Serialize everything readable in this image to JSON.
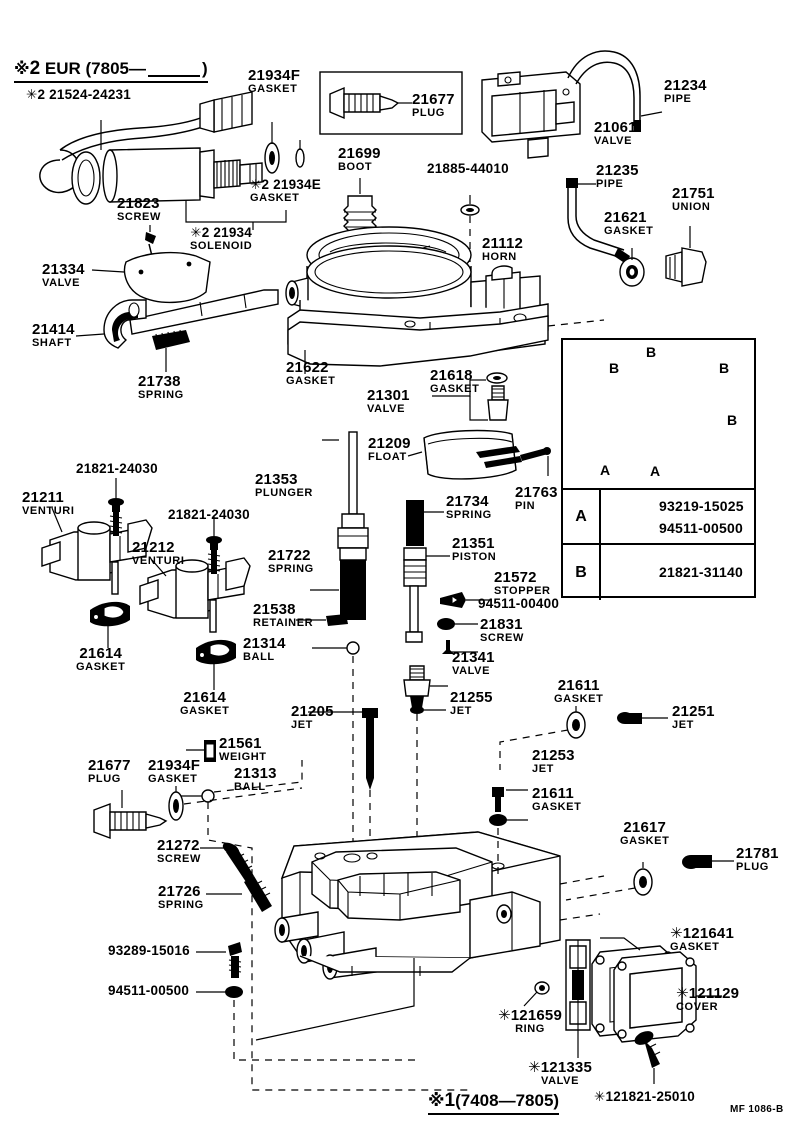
{
  "document": {
    "title": "Toyota Carburetor Assembly Parts Diagram",
    "heading_star": "※",
    "heading_index": "2",
    "heading_region": "EUR",
    "heading_range_open": "(7805—",
    "heading_range_close": ")",
    "caption_star": "※",
    "caption_index": "1",
    "caption_range": "(7408—7805)",
    "sheet_code": "MF 1086-B"
  },
  "legend": {
    "rows": [
      {
        "key": "A",
        "parts": [
          "93219-15025",
          "94511-00500"
        ]
      },
      {
        "key": "B",
        "parts": [
          "21821-31140"
        ]
      }
    ],
    "zone_letters": [
      "B",
      "B",
      "B",
      "B",
      "A",
      "A"
    ]
  },
  "labels": [
    {
      "id": "p-21524-24231",
      "num": "✳2 21524-24231",
      "sub": ""
    },
    {
      "id": "p-21934f-top",
      "num": "21934F",
      "sub": "GASKET"
    },
    {
      "id": "p-21934e",
      "num": "✳2 21934E",
      "sub": "GASKET"
    },
    {
      "id": "p-21934-sol",
      "num": "✳2 21934",
      "sub": "SOLENOID"
    },
    {
      "id": "p-21823",
      "num": "21823",
      "sub": "SCREW"
    },
    {
      "id": "p-21334",
      "num": "21334",
      "sub": "VALVE"
    },
    {
      "id": "p-21414",
      "num": "21414",
      "sub": "SHAFT"
    },
    {
      "id": "p-21738",
      "num": "21738",
      "sub": "SPRING"
    },
    {
      "id": "p-21677-box",
      "num": "21677",
      "sub": "PLUG"
    },
    {
      "id": "p-21699",
      "num": "21699",
      "sub": "BOOT"
    },
    {
      "id": "p-21885-44010",
      "num": "21885-44010",
      "sub": ""
    },
    {
      "id": "p-21112",
      "num": "21112",
      "sub": "HORN"
    },
    {
      "id": "p-21234",
      "num": "21234",
      "sub": "PIPE"
    },
    {
      "id": "p-21061",
      "num": "21061",
      "sub": "VALVE"
    },
    {
      "id": "p-21235",
      "num": "21235",
      "sub": "PIPE"
    },
    {
      "id": "p-21621",
      "num": "21621",
      "sub": "GASKET"
    },
    {
      "id": "p-21751",
      "num": "21751",
      "sub": "UNION"
    },
    {
      "id": "p-21622",
      "num": "21622",
      "sub": "GASKET"
    },
    {
      "id": "p-21301",
      "num": "21301",
      "sub": "VALVE"
    },
    {
      "id": "p-21618",
      "num": "21618",
      "sub": "GASKET"
    },
    {
      "id": "p-21209",
      "num": "21209",
      "sub": "FLOAT"
    },
    {
      "id": "p-21763",
      "num": "21763",
      "sub": "PIN"
    },
    {
      "id": "p-21353",
      "num": "21353",
      "sub": "PLUNGER"
    },
    {
      "id": "p-21722",
      "num": "21722",
      "sub": "SPRING"
    },
    {
      "id": "p-21734",
      "num": "21734",
      "sub": "SPRING"
    },
    {
      "id": "p-21351",
      "num": "21351",
      "sub": "PISTON"
    },
    {
      "id": "p-21572",
      "num": "21572",
      "sub": "STOPPER"
    },
    {
      "id": "p-94511-00400",
      "num": "94511-00400",
      "sub": ""
    },
    {
      "id": "p-21831",
      "num": "21831",
      "sub": "SCREW"
    },
    {
      "id": "p-21538",
      "num": "21538",
      "sub": "RETAINER"
    },
    {
      "id": "p-21314",
      "num": "21314",
      "sub": "BALL"
    },
    {
      "id": "p-21341",
      "num": "21341",
      "sub": "VALVE"
    },
    {
      "id": "p-21255",
      "num": "21255",
      "sub": "JET"
    },
    {
      "id": "p-21211",
      "num": "21211",
      "sub": "VENTURI"
    },
    {
      "id": "p-21212",
      "num": "21212",
      "sub": "VENTURI"
    },
    {
      "id": "p-21821-24030-a",
      "num": "21821-24030",
      "sub": ""
    },
    {
      "id": "p-21821-24030-b",
      "num": "21821-24030",
      "sub": ""
    },
    {
      "id": "p-21614-a",
      "num": "21614",
      "sub": "GASKET"
    },
    {
      "id": "p-21614-b",
      "num": "21614",
      "sub": "GASKET"
    },
    {
      "id": "p-21205",
      "num": "21205",
      "sub": "JET"
    },
    {
      "id": "p-21561",
      "num": "21561",
      "sub": "WEIGHT"
    },
    {
      "id": "p-21313",
      "num": "21313",
      "sub": "BALL"
    },
    {
      "id": "p-21677-low",
      "num": "21677",
      "sub": "PLUG"
    },
    {
      "id": "p-21934f-low",
      "num": "21934F",
      "sub": "GASKET"
    },
    {
      "id": "p-21272",
      "num": "21272",
      "sub": "SCREW"
    },
    {
      "id": "p-21726",
      "num": "21726",
      "sub": "SPRING"
    },
    {
      "id": "p-93289-15016",
      "num": "93289-15016",
      "sub": ""
    },
    {
      "id": "p-94511-00500",
      "num": "94511-00500",
      "sub": ""
    },
    {
      "id": "p-21611-a",
      "num": "21611",
      "sub": "GASKET"
    },
    {
      "id": "p-21251",
      "num": "21251",
      "sub": "JET"
    },
    {
      "id": "p-21253",
      "num": "21253",
      "sub": "JET"
    },
    {
      "id": "p-21611-b",
      "num": "21611",
      "sub": "GASKET"
    },
    {
      "id": "p-21617",
      "num": "21617",
      "sub": "GASKET"
    },
    {
      "id": "p-21781",
      "num": "21781",
      "sub": "PLUG"
    },
    {
      "id": "p-121641",
      "num": "✳121641",
      "sub": "GASKET"
    },
    {
      "id": "p-121129",
      "num": "✳121129",
      "sub": "COVER"
    },
    {
      "id": "p-121659",
      "num": "✳121659",
      "sub": "RING"
    },
    {
      "id": "p-121335",
      "num": "✳121335",
      "sub": "VALVE"
    },
    {
      "id": "p-121821-25010",
      "num": "✳121821-25010",
      "sub": ""
    }
  ]
}
